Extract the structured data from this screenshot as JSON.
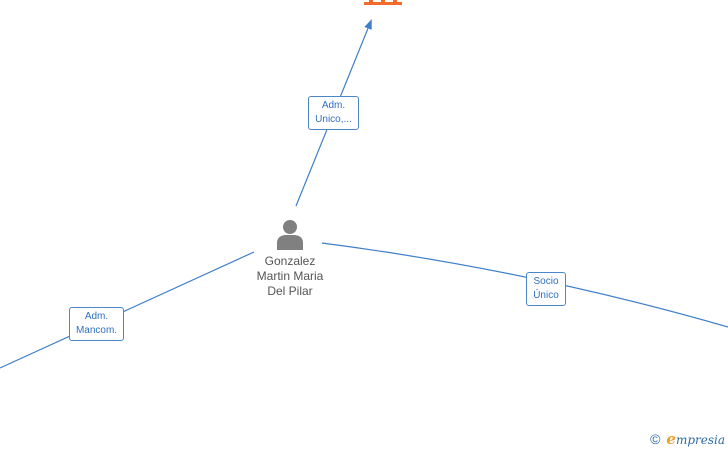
{
  "graph": {
    "person": {
      "name_line1": "Gonzalez",
      "name_line2": "Martin Maria",
      "name_line3": "Del Pilar",
      "icon": "person-icon"
    },
    "company_top": {
      "icon": "building-icon",
      "color": "#f26b2a"
    },
    "edges": [
      {
        "label_line1": "Adm.",
        "label_line2": "Unico,..."
      },
      {
        "label_line1": "Socio",
        "label_line2": "Único"
      },
      {
        "label_line1": "Adm.",
        "label_line2": "Mancom."
      }
    ],
    "colors": {
      "edge": "#3f7fc8",
      "label_border": "#4a86c8",
      "label_text": "#2f6fbf",
      "person_icon": "#808080",
      "name_text": "#555555"
    }
  },
  "footer": {
    "copyright_symbol": "©",
    "brand_initial": "e",
    "brand_rest": "mpresia"
  }
}
